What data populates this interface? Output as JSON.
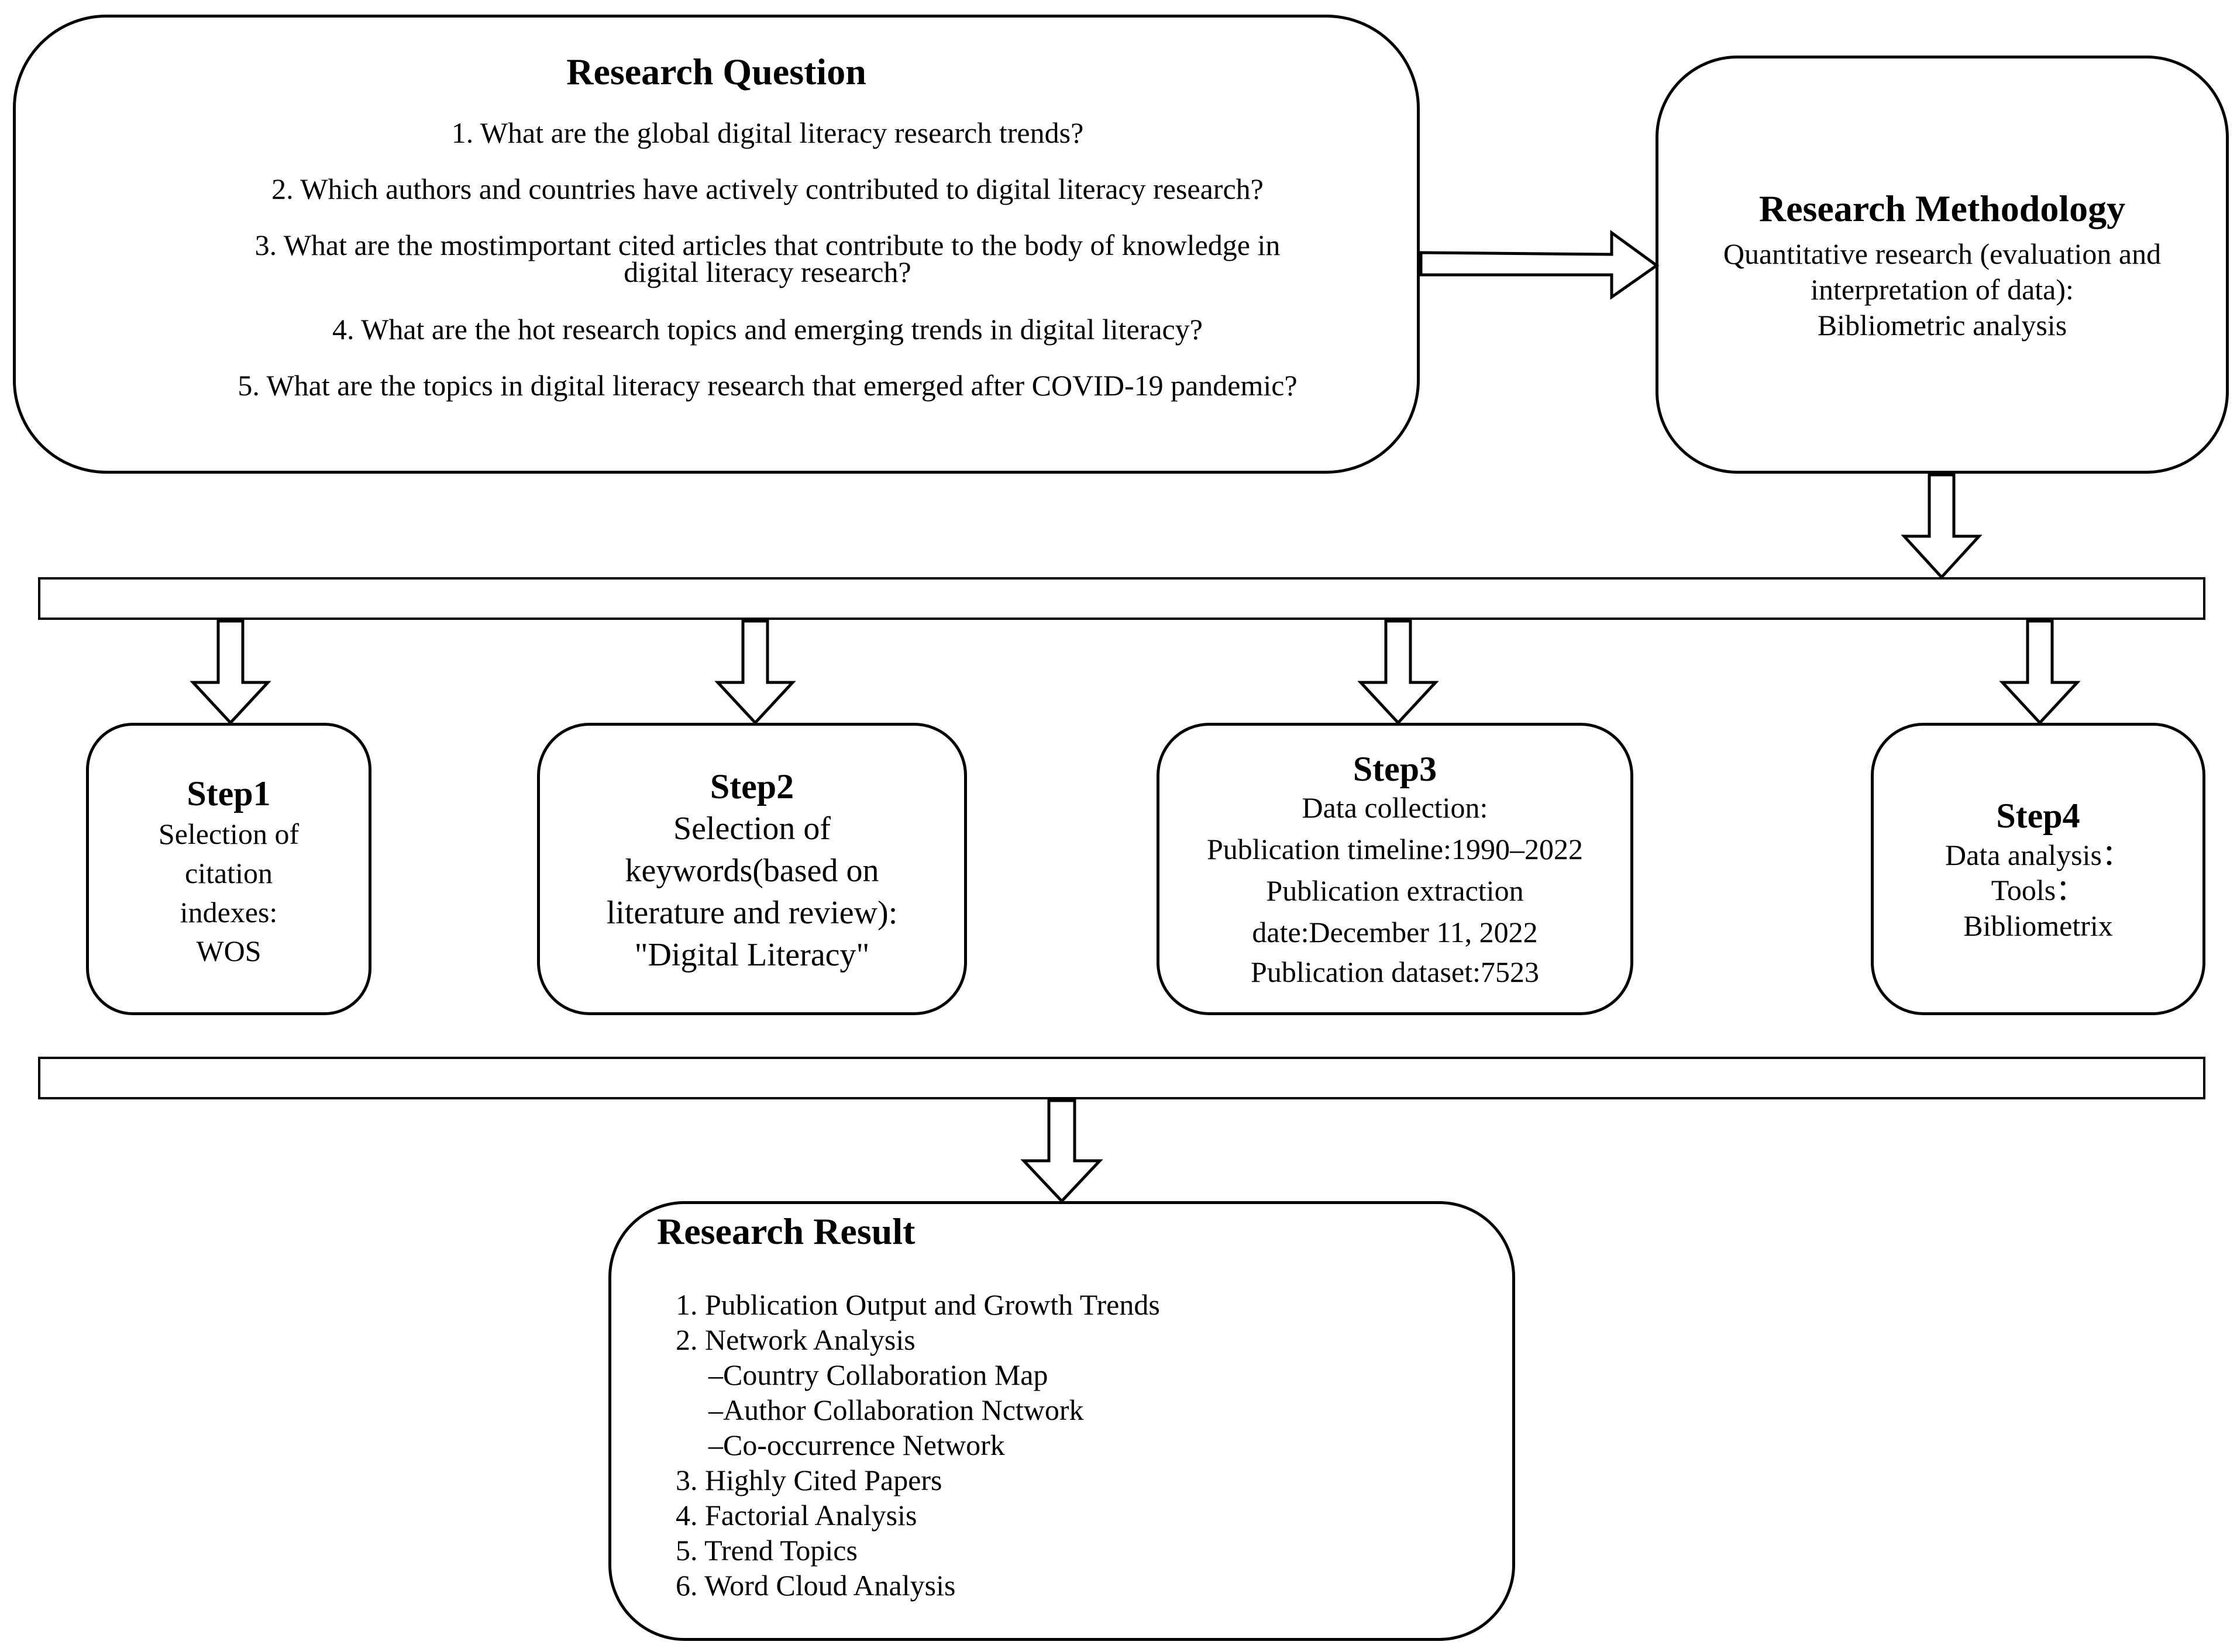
{
  "research_question": {
    "title": "Research Question",
    "items": [
      "1. What are the global digital literacy research trends?",
      "2. Which authors and countries have actively contributed to digital literacy research?",
      "3. What are the mostimportant cited articles that contribute to the body of knowledge in",
      "digital literacy research?",
      "4. What are the hot research topics and emerging trends in digital literacy?",
      "5. What are the topics in digital literacy research that emerged after COVID-19 pandemic?"
    ]
  },
  "research_methodology": {
    "title": "Research Methodology",
    "lines": [
      "Quantitative research (evaluation and",
      "interpretation of data):",
      "Bibliometric analysis"
    ]
  },
  "steps": [
    {
      "title": "Step1",
      "lines": [
        "Selection of",
        "citation",
        "indexes:",
        "WOS"
      ]
    },
    {
      "title": "Step2",
      "lines": [
        "Selection of",
        "keywords(based on",
        "literature and review):",
        "\"Digital Literacy\""
      ]
    },
    {
      "title": "Step3",
      "lines": [
        "Data collection:",
        "Publication timeline:1990–2022",
        "Publication extraction",
        "date:December 11, 2022",
        "Publication dataset:7523"
      ]
    },
    {
      "title": "Step4",
      "lines": [
        "Data analysis：",
        "Tools：",
        "Bibliometrix"
      ]
    }
  ],
  "research_result": {
    "title": "Research Result",
    "items": [
      "1. Publication Output and Growth Trends",
      "2. Network Analysis",
      "–Country Collaboration Map",
      "–Author Collaboration Nctwork",
      "–Co-occurrence Network",
      "3. Highly Cited Papers",
      "4. Factorial Analysis",
      "5. Trend Topics",
      "6. Word Cloud Analysis"
    ]
  }
}
